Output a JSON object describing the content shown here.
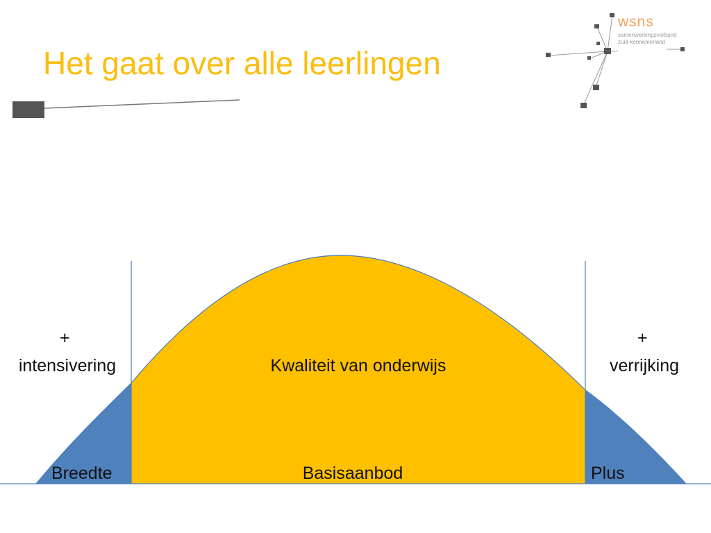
{
  "slide": {
    "title": "Het gaat over alle leerlingen"
  },
  "logo": {
    "name": "wsns",
    "subtitle_line1": "samenwerkingsverband",
    "subtitle_line2": "zuid-kennemerland"
  },
  "diagram": {
    "left": {
      "plus": "+",
      "label": "intensivering",
      "bottom_label": "Breedte"
    },
    "center": {
      "label": "Kwaliteit van onderwijs",
      "bottom_label": "Basisaanbod"
    },
    "right": {
      "plus": "+",
      "label": "verrijking",
      "bottom_label": "Plus"
    }
  },
  "colors": {
    "title": "#FBBE10",
    "curve_fill": "#FFC000",
    "tail_fill": "#4F81BD",
    "line": "#4A7EBB",
    "logo_text": "#F4A259",
    "logo_node": "#555555"
  }
}
